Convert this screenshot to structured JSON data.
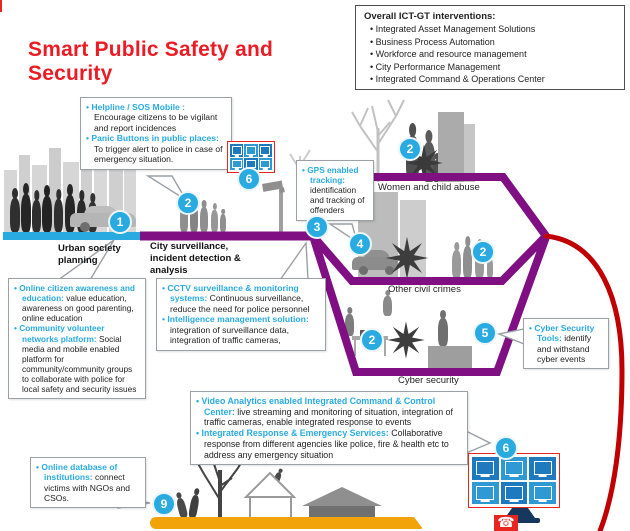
{
  "title": "Smart Public Safety and Security",
  "overview": {
    "title": "Overall ICT-GT interventions:",
    "items": [
      "Integrated Asset Management  Solutions",
      "Business  Process Automation",
      "Workforce and  resource management",
      "City Performance Management",
      "Integrated  Command  & Operations  Center"
    ]
  },
  "lanes": {
    "urban": "Urban society planning",
    "city": "City surveillance, incident detection & analysis"
  },
  "bands": {
    "women": "Women and child abuse",
    "civil": "Other civil crimes",
    "cyber": "Cyber security"
  },
  "callouts": {
    "helpline": {
      "items": [
        {
          "label": "Helpline / SOS Mobile :",
          "text": "Encourage citizens to be vigilant and report incidences"
        },
        {
          "label": "Panic Buttons in public places:",
          "text": "To trigger alert to police in case of emergency situation."
        }
      ]
    },
    "gps": {
      "items": [
        {
          "label": "GPS enabled tracking:",
          "text": "identification and tracking of offenders"
        }
      ]
    },
    "citizen": {
      "items": [
        {
          "label": "Online citizen awareness and education:",
          "text": "value education, awareness on good parenting, online education"
        },
        {
          "label": "Community volunteer networks platform:",
          "text": "Social media and mobile enabled platform for community/community groups to collaborate with police for local safety and security issues"
        }
      ]
    },
    "cctv": {
      "items": [
        {
          "label": "CCTV surveillance  & monitoring systems:",
          "text": "Continuous surveillance, reduce the need for police personnel"
        },
        {
          "label": "Intelligence  management solution:",
          "text": "integration of surveillance data, integration of traffic cameras,"
        }
      ]
    },
    "cyber_tools": {
      "items": [
        {
          "label": "Cyber Security Tools:",
          "text": "identify and withstand cyber events"
        }
      ]
    },
    "video": {
      "items": [
        {
          "label": "Video Analytics enabled Integrated Command & Control Center:",
          "text": "live streaming and monitoring of situation, integration of traffic cameras, enable integrated response to events"
        },
        {
          "label": "Integrated Response & Emergency Services:",
          "text": "Collaborative  response from different agencies like police, fire & health etc to address any emergency situation"
        }
      ]
    },
    "database": {
      "items": [
        {
          "label": "Online database of institutions:",
          "text": "connect victims with NGOs and CSOs."
        }
      ]
    }
  },
  "markers": {
    "planning": "1",
    "street": "2",
    "surveillance": "3",
    "panic": "6",
    "abuse": "2",
    "tracking": "4",
    "civil": "2",
    "cyber_team": "2",
    "cyber_tools": "5",
    "command": "6",
    "database": "9"
  },
  "icons": {
    "phone": "☎"
  },
  "colors": {
    "accent_blue": "#29ABE2",
    "flow_purple": "#7F0F82",
    "highlight_red": "#E8261F",
    "curve_red": "#C00000",
    "bottom_yellow": "#F2A30A",
    "title_red": "#ED1C24"
  }
}
